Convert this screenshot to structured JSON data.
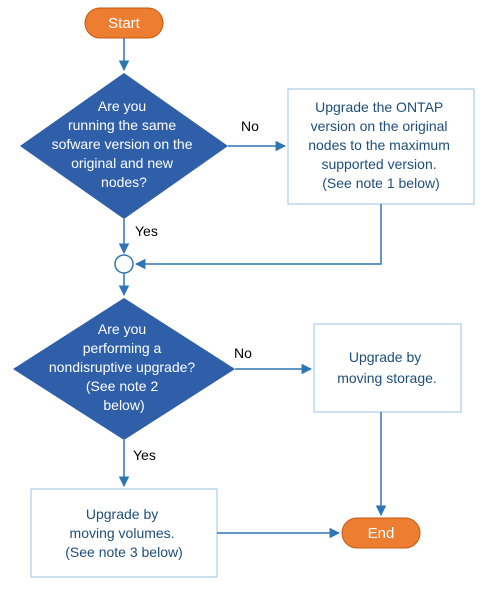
{
  "flowchart": {
    "start": {
      "label": "Start"
    },
    "end": {
      "label": "End"
    },
    "decision1": {
      "lines": [
        "Are you",
        "running the same",
        "sofware version on the",
        "original and new",
        "nodes?"
      ],
      "no_label": "No",
      "yes_label": "Yes"
    },
    "process1": {
      "lines": [
        "Upgrade the ONTAP",
        "version on the original",
        "nodes to the maximum",
        "supported version.",
        "(See note 1 below)"
      ]
    },
    "decision2": {
      "lines": [
        "Are you",
        "performing a",
        "nondisruptive upgrade?",
        "(See note 2",
        "below)"
      ],
      "no_label": "No",
      "yes_label": "Yes"
    },
    "process2": {
      "lines": [
        "Upgrade by",
        "moving storage."
      ]
    },
    "process3": {
      "lines": [
        "Upgrade by",
        "moving volumes.",
        "(See note 3 below)"
      ]
    },
    "colors": {
      "terminator": "#ed7d31",
      "decision": "#2e5fa8",
      "process_border": "#9dc3e6",
      "process_text": "#1f4e79",
      "connector": "#2e75b6"
    }
  }
}
